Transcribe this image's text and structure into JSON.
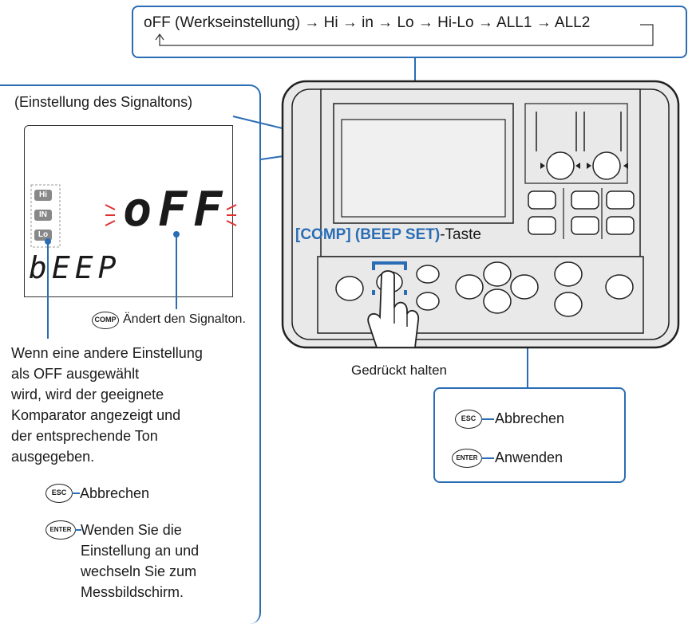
{
  "sequence": {
    "text": "oFF (Werkseinstellung) → Hi → in → Lo → Hi-Lo → ALL1 → ALL2"
  },
  "left_panel": {
    "title": "(Einstellung des Signaltons)",
    "lcd": {
      "indicators": [
        "Hi",
        "IN",
        "Lo"
      ],
      "main_text": "oFF",
      "sub_text": "bEEP"
    },
    "comp_button_label": "COMP",
    "comp_action": "Ändert den Signalton.",
    "description_lines": [
      "Wenn eine andere Einstellung",
      "als OFF ausgewählt",
      "wird, wird der geeignete",
      "Komparator angezeigt und",
      "der entsprechende Ton",
      "ausgegeben."
    ],
    "esc_button_label": "ESC",
    "esc_action": "Abbrechen",
    "enter_button_label": "ENTER",
    "enter_action_lines": [
      "Wenden Sie die",
      "Einstellung an und",
      "wechseln Sie zum",
      "Messbildschirm."
    ]
  },
  "device": {
    "key_label_bold": "[COMP] (BEEP SET)",
    "key_label_rest": "-Taste",
    "hold_label": "Gedrückt halten"
  },
  "right_box": {
    "esc_button_label": "ESC",
    "esc_action": "Abbrechen",
    "enter_button_label": "ENTER",
    "enter_action": "Anwenden"
  },
  "colors": {
    "accent": "#2a6db5",
    "blink": "#e03030",
    "device_fill": "#e9e9e9"
  }
}
